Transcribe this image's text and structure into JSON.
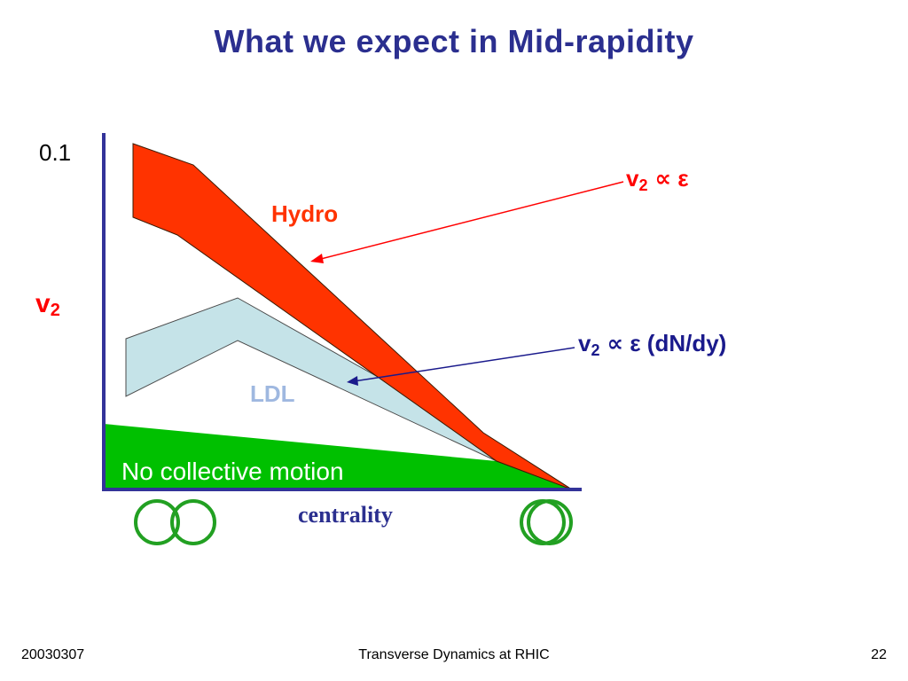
{
  "slide": {
    "title": "What we expect in Mid-rapidity"
  },
  "diagram": {
    "y_tick_label": "0.1",
    "y_axis_label_main": "v",
    "y_axis_label_sub": "2",
    "x_axis_label": "centrality",
    "bands": {
      "hydro": {
        "label": "Hydro",
        "color": "#ff3300"
      },
      "ldl": {
        "label": "LDL",
        "color": "#c5e3e8",
        "label_color": "#9fb8e0"
      },
      "no_collective": {
        "label": "No collective motion",
        "color": "#00c000"
      }
    },
    "annotations": {
      "hydro_scaling": {
        "v": "v",
        "sub": "2",
        "relation": "∝ ε",
        "color": "#ff0000"
      },
      "ldl_scaling": {
        "v": "v",
        "sub": "2",
        "relation": "∝ ε (dN/dy)",
        "color": "#1a1a8c"
      }
    },
    "colors": {
      "axis": "#333399",
      "circles": "#22a022"
    }
  },
  "footer": {
    "date": "20030307",
    "talk": "Transverse Dynamics at RHIC",
    "page": "22"
  }
}
